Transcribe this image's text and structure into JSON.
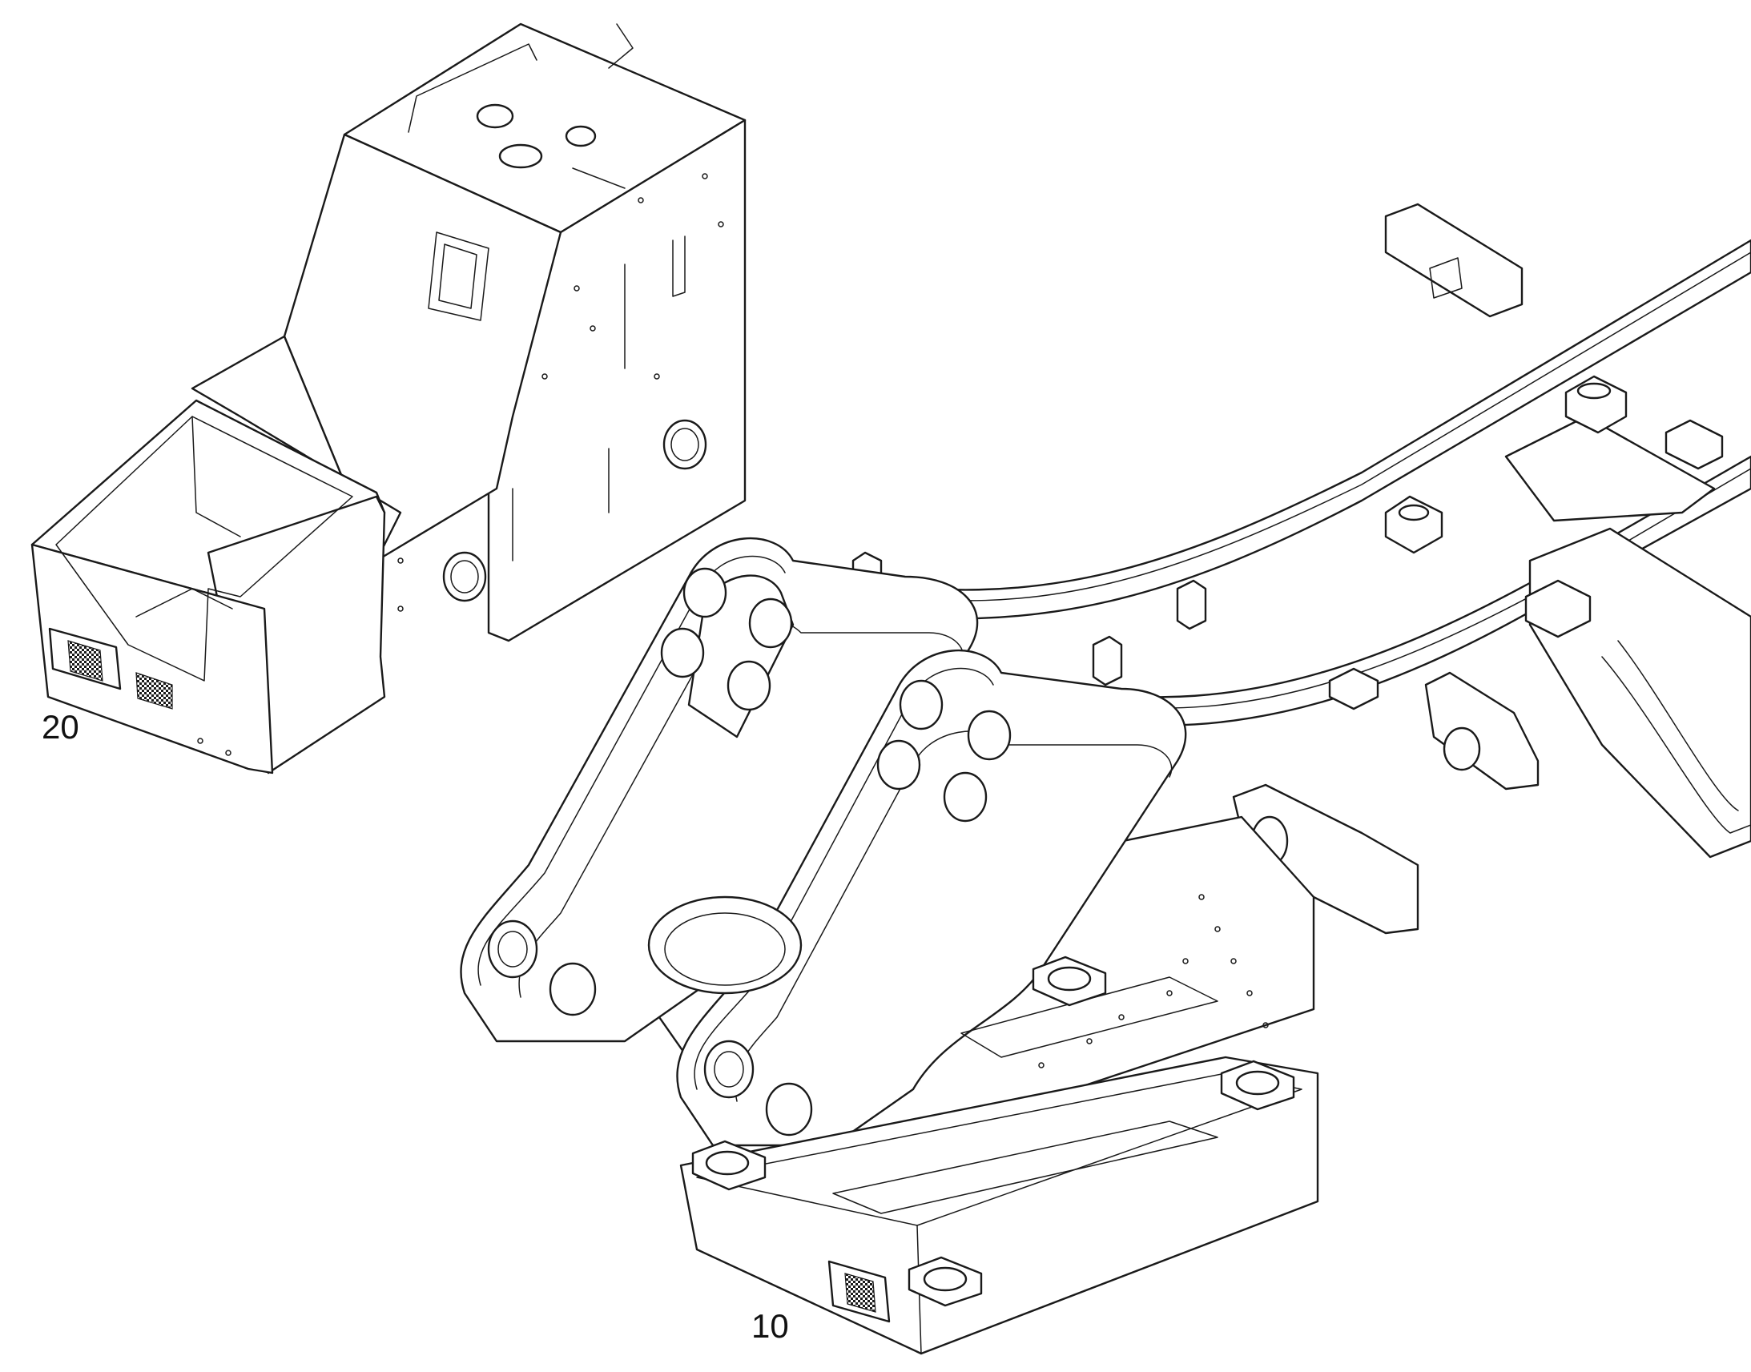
{
  "callouts": [
    {
      "id": "part-20",
      "label": "20"
    },
    {
      "id": "part-10",
      "label": "10"
    }
  ],
  "colors": {
    "line": "#1a1a1a",
    "background": "#ffffff"
  }
}
